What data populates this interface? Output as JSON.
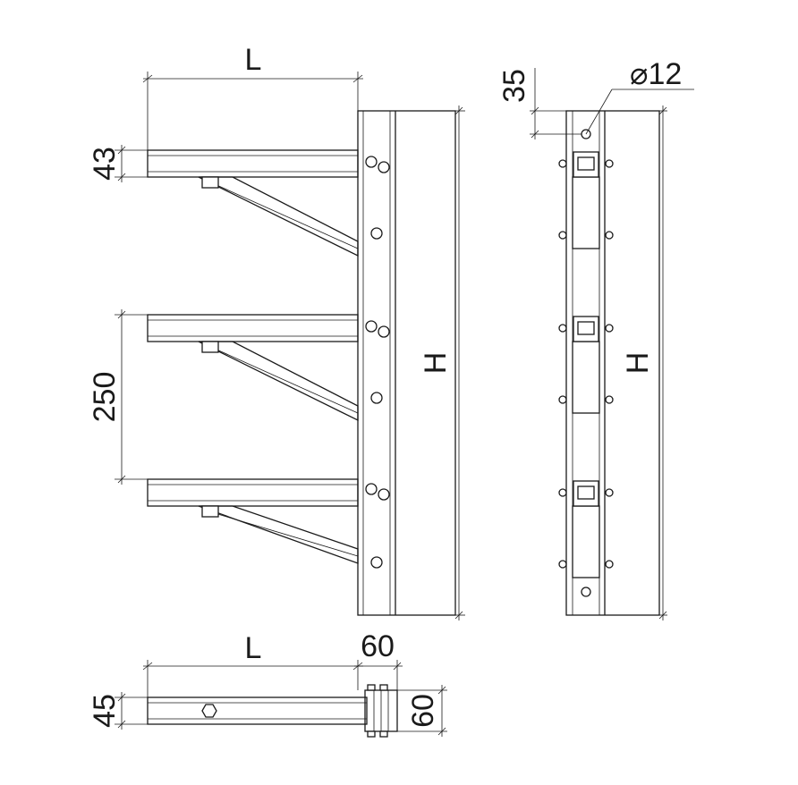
{
  "dimensions": {
    "front_length": "L",
    "front_arm_thickness": "43",
    "front_arm_spacing": "250",
    "front_height": "H",
    "side_top_offset": "35",
    "side_hole_diameter": "⌀12",
    "side_height": "H",
    "top_length": "L",
    "top_post_width": "60",
    "top_arm_thickness": "45",
    "top_post_depth": "60"
  },
  "icons": [
    "bolt-icon",
    "hex-nut-icon",
    "hole-icon"
  ]
}
